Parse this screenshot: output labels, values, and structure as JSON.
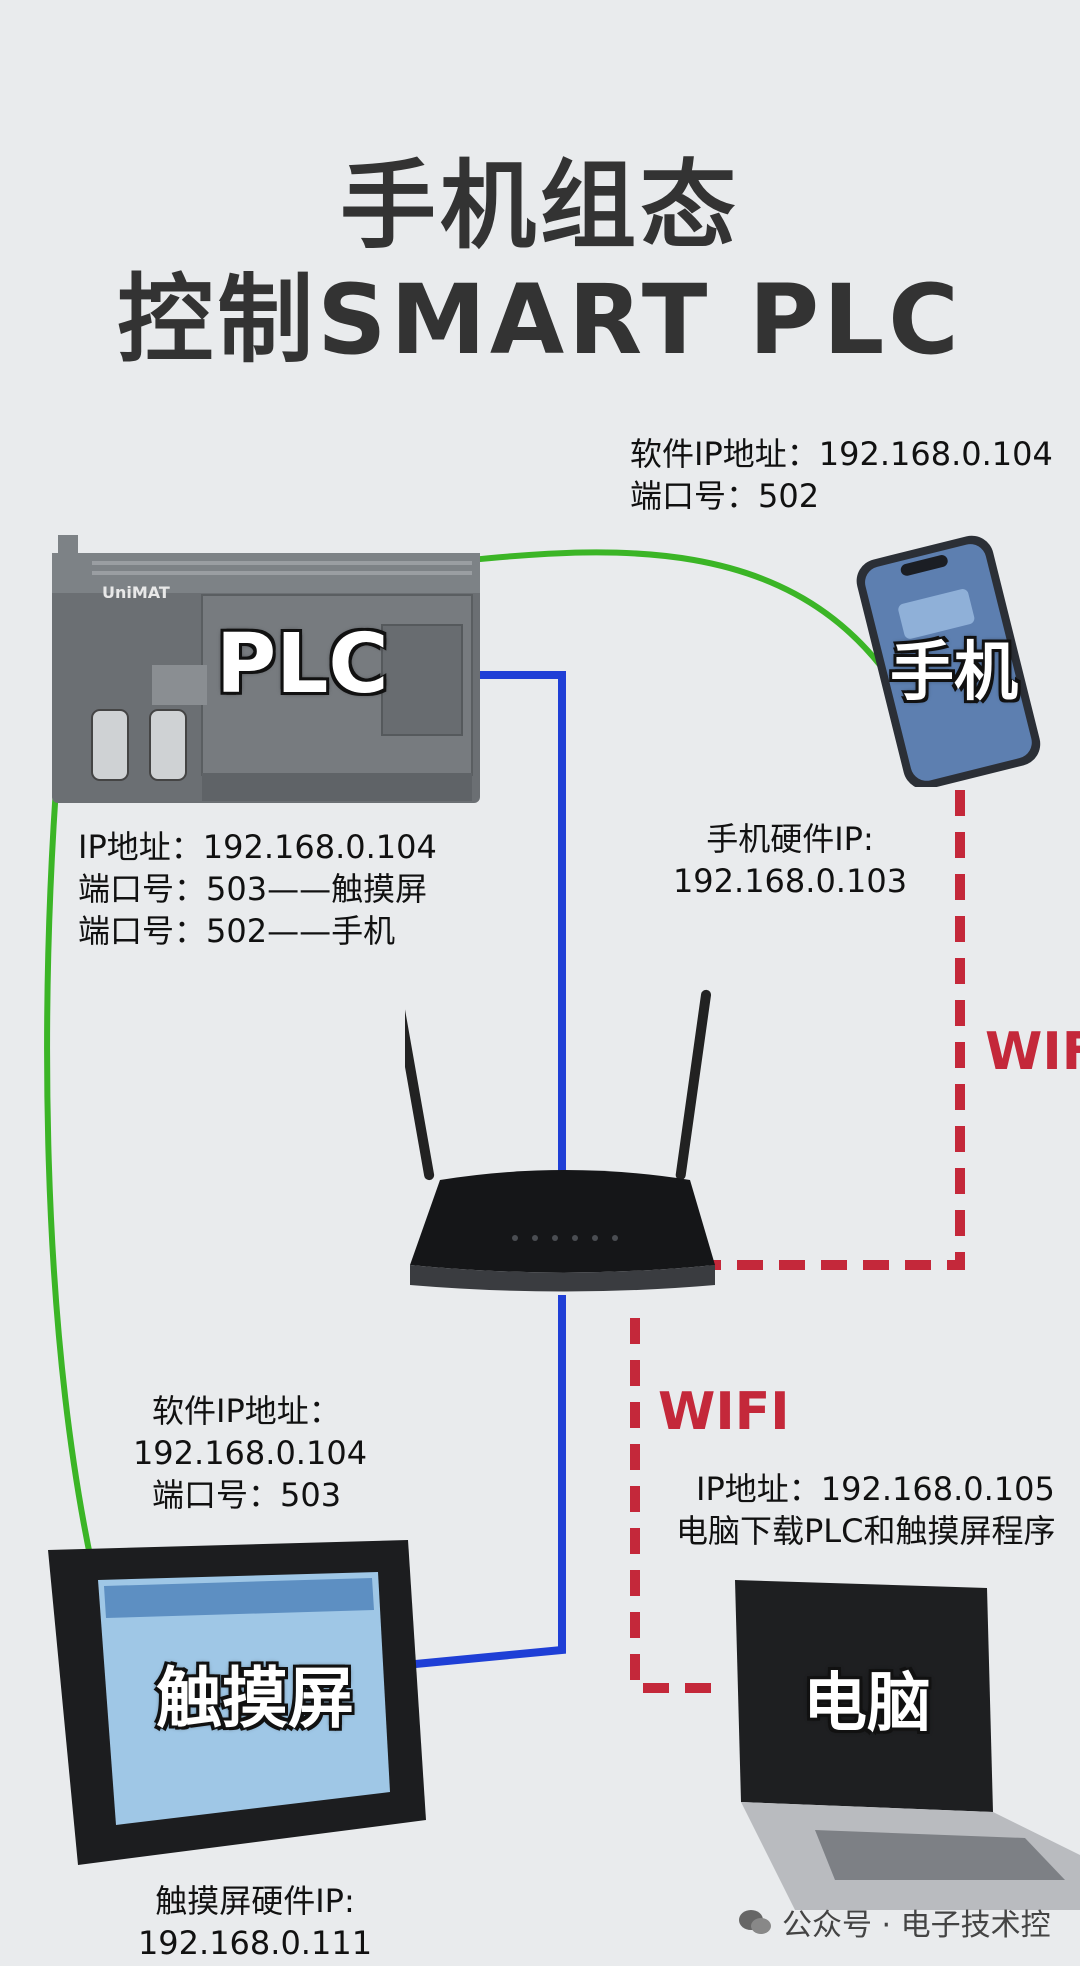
{
  "title": {
    "line1": "手机组态",
    "line2": "控制SMART PLC"
  },
  "phone_software": {
    "line1": "软件IP地址：192.168.0.104",
    "line2": "端口号：502"
  },
  "plc_info": {
    "line1": "IP地址：192.168.0.104",
    "line2": "端口号：503——触摸屏",
    "line3": "端口号：502——手机"
  },
  "phone_hardware": {
    "line1": "手机硬件IP:",
    "line2": "192.168.0.103"
  },
  "hmi_software": {
    "line1": "软件IP地址：",
    "line2": "192.168.0.104",
    "line3": "端口号：503"
  },
  "pc_info": {
    "line1": "IP地址：192.168.0.105",
    "line2": "电脑下载PLC和触摸屏程序"
  },
  "hmi_hardware": {
    "line1": "触摸屏硬件IP:",
    "line2": "192.168.0.111"
  },
  "devices": {
    "plc": {
      "label": "PLC",
      "brand": "UniMAT"
    },
    "phone": {
      "label": "手机"
    },
    "hmi": {
      "label": "触摸屏"
    },
    "pc": {
      "label": "电脑"
    }
  },
  "wifi_labels": {
    "phone_link": "WIFI",
    "pc_link": "WIFI"
  },
  "watermark": "公众号 · 电子技术控",
  "colors": {
    "ethernet": "#1f3fd6",
    "green_link": "#3bb526",
    "wifi": "#c4283a"
  }
}
